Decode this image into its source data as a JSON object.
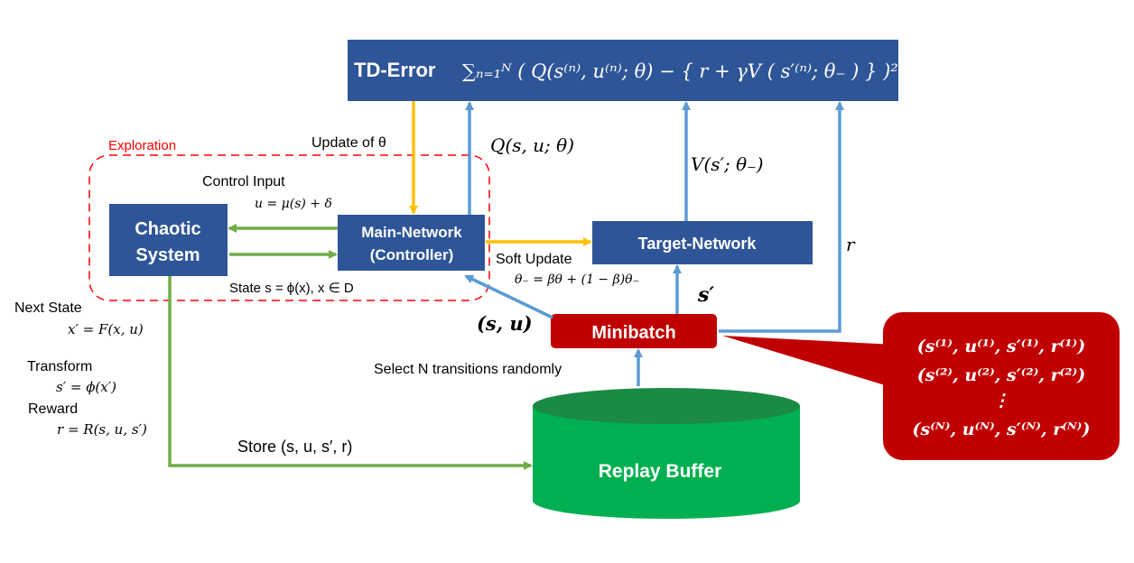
{
  "colors": {
    "box_blue": "#2e5597",
    "arrow_blue": "#5b9bd5",
    "arrow_gold": "#ffc000",
    "arrow_green": "#70ad47",
    "minibatch_red": "#c00000",
    "exploration_red": "#ff0000",
    "buffer_green": "#00b050",
    "buffer_top": "#1a8a45"
  },
  "td_error": {
    "label": "TD-Error",
    "formula": "∑ₙ₌₁ᴺ ( Q(s⁽ⁿ⁾, u⁽ⁿ⁾; θ) − { r + γV ( s′⁽ⁿ⁾; θ₋ ) } )²"
  },
  "exploration": {
    "label": "Exploration"
  },
  "chaotic_system": {
    "line1": "Chaotic",
    "line2": "System"
  },
  "main_network": {
    "line1": "Main-Network",
    "line2": "(Controller)"
  },
  "target_network": {
    "label": "Target-Network"
  },
  "minibatch": {
    "label": "Minibatch"
  },
  "replay_buffer": {
    "label": "Replay Buffer"
  },
  "annotations": {
    "update_of_theta": "Update of θ",
    "q_value": "Q(s, u; θ)",
    "v_value": "V(s′; θ₋)",
    "r_label": "r",
    "control_input": "Control Input",
    "control_formula": "u = μ(s) + δ",
    "state": "State s = ϕ(x),  x ∈ D",
    "soft_update": "Soft Update",
    "soft_formula": "θ₋ = βθ + (1 − β)θ₋",
    "s_prime": "s′",
    "s_u": "(s, u)",
    "select": "Select N transitions randomly",
    "store": "Store (s, u, s′, r)",
    "next_state": "Next State",
    "next_formula": "x′ = F(x, u)",
    "transform": "Transform",
    "transform_formula": "s′ = ϕ(x′)",
    "reward": "Reward",
    "reward_formula": "r = R(s, u, s′)"
  },
  "callout": {
    "rows": [
      "(s⁽¹⁾, u⁽¹⁾, s′⁽¹⁾, r⁽¹⁾)",
      "(s⁽²⁾, u⁽²⁾, s′⁽²⁾, r⁽²⁾)",
      "⋮",
      "(s⁽ᴺ⁾, u⁽ᴺ⁾, s′⁽ᴺ⁾, r⁽ᴺ⁾)"
    ]
  }
}
